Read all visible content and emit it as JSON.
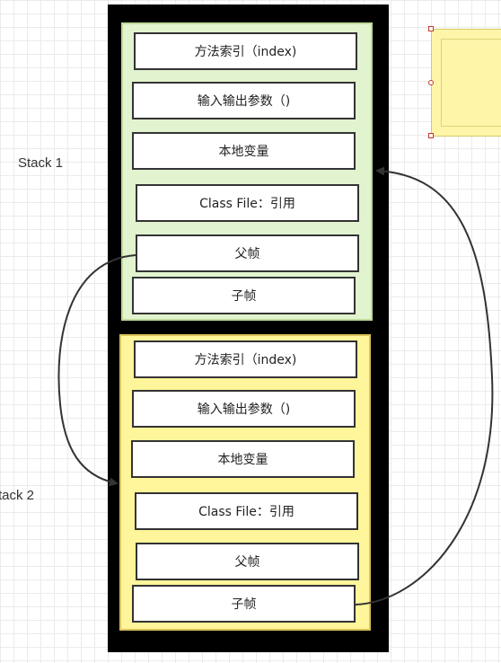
{
  "colors": {
    "outer": "#000000",
    "stack1_fill": "#E2F3CF",
    "stack1_border": "#BFD99A",
    "stack2_fill": "#FFF59A",
    "stack2_border": "#D9C25A",
    "arrow": "#333333",
    "selected_shape_fill": "#FFF5A8"
  },
  "stacks": [
    {
      "label": "Stack 1",
      "frames": [
        "方法索引（index)",
        "输入输出参数（)",
        "本地变量",
        "Class File：引用",
        "父帧",
        "子帧"
      ]
    },
    {
      "label": "tack 2",
      "frames": [
        "方法索引（index)",
        "输入输出参数（)",
        "本地变量",
        "Class File：引用",
        "父帧",
        "子帧"
      ]
    }
  ]
}
